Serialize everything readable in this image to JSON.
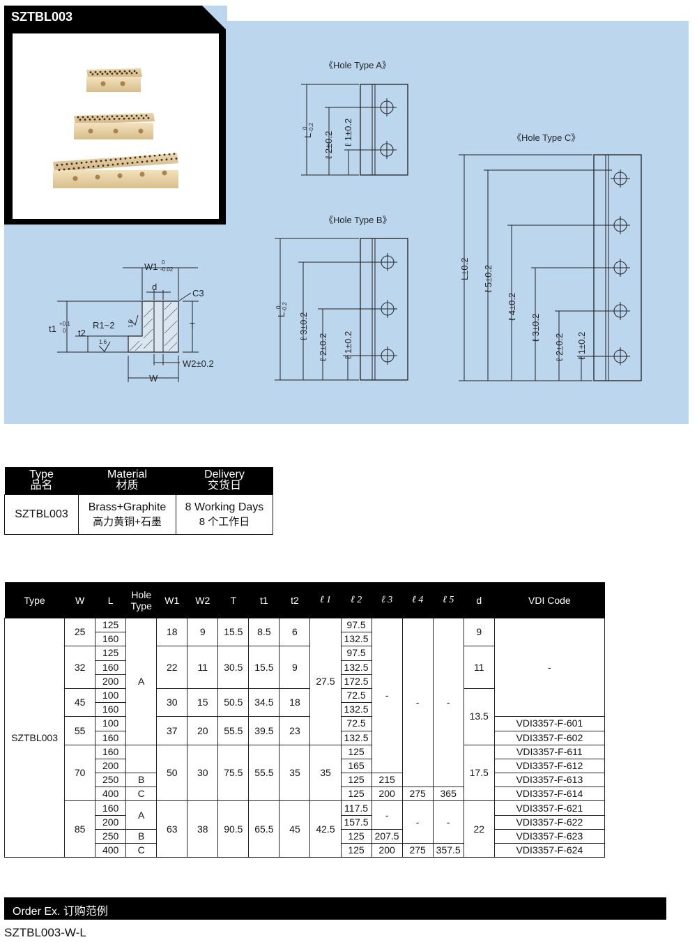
{
  "title": "SZTBL003",
  "hole_type_a": "《Hole Type A》",
  "hole_type_b": "《Hole Type B》",
  "hole_type_c": "《Hole Type C》",
  "dims": {
    "w1": "W1",
    "w1_tol_top": "0",
    "w1_tol_bot": "-0.02",
    "d": "d",
    "c3": "C3",
    "t1": "t1",
    "t1_tol_top": "+0.1",
    "t1_tol_bot": "0",
    "t2": "t2",
    "r": "R1~2",
    "rough1": "1.6",
    "rough2": "1.6",
    "T": "T",
    "w2": "W2±0.2",
    "W": "W",
    "L": "L",
    "L_tol_top": "0",
    "L_tol_bot": "-0.2",
    "L_c": "L±0.2",
    "l1": "ℓ 1±0.2",
    "l2": "ℓ 2±0.2",
    "l3": "ℓ 3±0.2",
    "l4": "ℓ 4±0.2",
    "l5": "ℓ 5±0.2"
  },
  "info_table": {
    "headers": [
      {
        "en": "Type",
        "zh": "品名"
      },
      {
        "en": "Material",
        "zh": "材质"
      },
      {
        "en": "Delivery",
        "zh": "交货日"
      }
    ],
    "row": {
      "type": "SZTBL003",
      "material_en": "Brass+Graphite",
      "material_zh": "高力黄铜+石墨",
      "delivery_en": "8 Working Days",
      "delivery_zh": "8 个工作日"
    }
  },
  "spec_table": {
    "headers": [
      "Type",
      "W",
      "L",
      "Hole Type",
      "W1",
      "W2",
      "T",
      "t1",
      "t2",
      "ℓ 1",
      "ℓ 2",
      "ℓ 3",
      "ℓ 4",
      "ℓ 5",
      "d",
      "VDI Code"
    ],
    "type": "SZTBL003",
    "groups": [
      {
        "W": "25",
        "W1": "18",
        "W2": "9",
        "T": "15.5",
        "t1": "8.5",
        "t2": "6"
      },
      {
        "W": "32",
        "W1": "22",
        "W2": "11",
        "T": "30.5",
        "t1": "15.5",
        "t2": "9"
      },
      {
        "W": "45",
        "W1": "30",
        "W2": "15",
        "T": "50.5",
        "t1": "34.5",
        "t2": "18"
      },
      {
        "W": "55",
        "W1": "37",
        "W2": "20",
        "T": "55.5",
        "t1": "39.5",
        "t2": "23"
      },
      {
        "W": "70",
        "W1": "50",
        "W2": "30",
        "T": "75.5",
        "t1": "55.5",
        "t2": "35"
      },
      {
        "W": "85",
        "W1": "63",
        "W2": "38",
        "T": "90.5",
        "t1": "65.5",
        "t2": "45"
      }
    ],
    "L": [
      "125",
      "160",
      "125",
      "160",
      "200",
      "100",
      "160",
      "100",
      "160",
      "160",
      "200",
      "250",
      "400",
      "160",
      "200",
      "250",
      "400"
    ],
    "l2": [
      "97.5",
      "132.5",
      "97.5",
      "132.5",
      "172.5",
      "72.5",
      "132.5",
      "72.5",
      "132.5",
      "125",
      "165",
      "125",
      "125",
      "117.5",
      "157.5",
      "125",
      "125"
    ],
    "hole": {
      "a1": "A",
      "b1": "B",
      "c1": "C",
      "a2": "A",
      "b2": "B",
      "c2": "C"
    },
    "l1": {
      "g1": "27.5",
      "g2": "35",
      "g3": "42.5"
    },
    "l3": {
      "dash1": "-",
      "r70_250": "215",
      "r70_400": "200",
      "dash2": "-",
      "r85_250": "207.5",
      "r85_400": "200"
    },
    "l4": {
      "dash1": "-",
      "r70_400": "275",
      "dash2": "-",
      "r85_400": "275"
    },
    "l5": {
      "dash1": "-",
      "r70_400": "365",
      "dash2": "-",
      "r85_400": "357.5"
    },
    "d": {
      "g25": "9",
      "g32": "11",
      "g45": "13.5",
      "g70": "17.5",
      "g85": "22"
    },
    "vdi": {
      "dash": "-",
      "c601": "VDI3357-F-601",
      "c602": "VDI3357-F-602",
      "c611": "VDI3357-F-611",
      "c612": "VDI3357-F-612",
      "c613": "VDI3357-F-613",
      "c614": "VDI3357-F-614",
      "c621": "VDI3357-F-621",
      "c622": "VDI3357-F-622",
      "c623": "VDI3357-F-623",
      "c624": "VDI3357-F-624"
    }
  },
  "order": {
    "label": "Order Ex.  订购范例",
    "example": "SZTBL003-W-L"
  }
}
